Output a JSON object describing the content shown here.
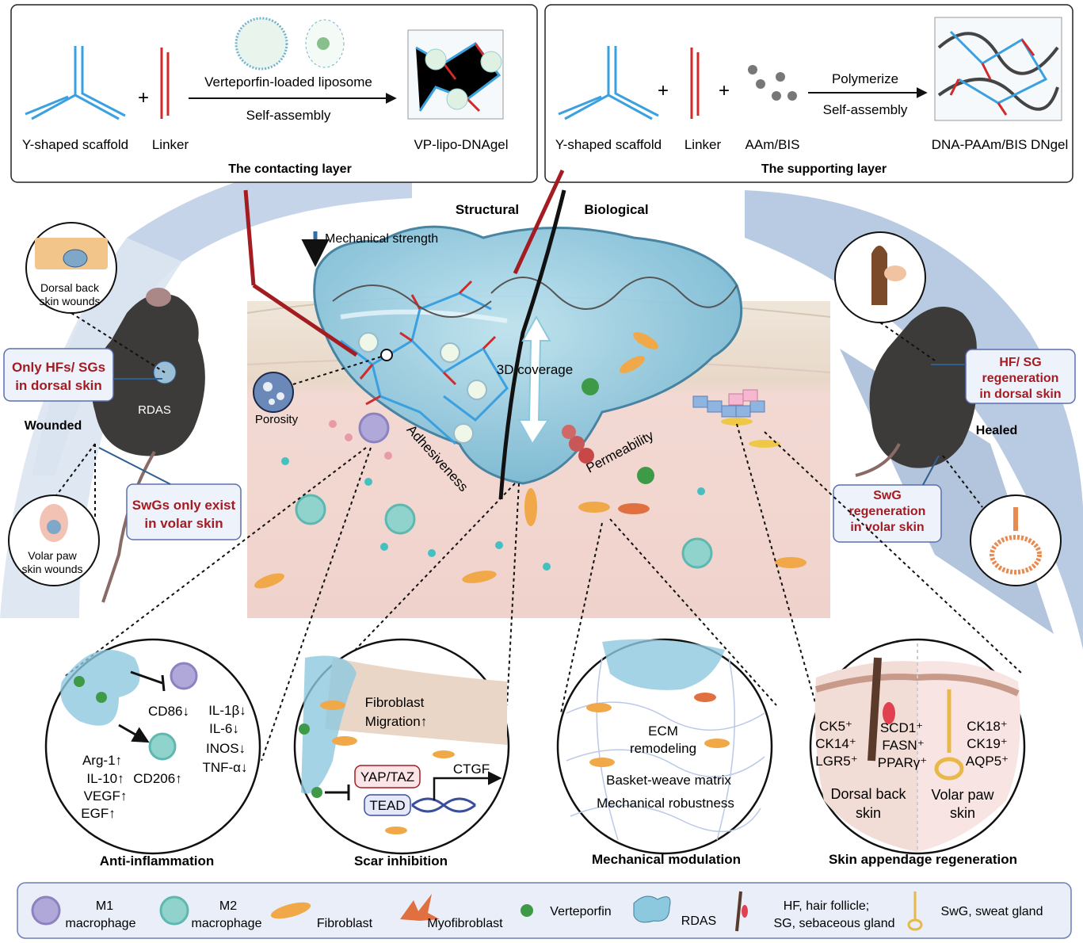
{
  "top_left_box": {
    "scaffold_label": "Y-shaped scaffold",
    "linker_label": "Linker",
    "arrow_top": "Verteporfin-loaded liposome",
    "arrow_bottom": "Self-assembly",
    "product": "VP-lipo-DNAgel",
    "title": "The contacting layer",
    "plus": "+"
  },
  "top_right_box": {
    "scaffold_label": "Y-shaped scaffold",
    "linker_label": "Linker",
    "monomer_label": "AAm/BIS",
    "arrow_top": "Polymerize",
    "arrow_bottom": "Self-assembly",
    "product": "DNA-PAAm/BIS DNgel",
    "title": "The supporting layer",
    "plus": "+"
  },
  "center": {
    "structural": "Structural",
    "biological": "Biological",
    "mechanical_strength": "Mechanical strength",
    "porosity": "Porosity",
    "adhesiveness": "Adhesiveness",
    "coverage": "3D coverage",
    "permeability": "Permeability"
  },
  "left_mouse": {
    "dorsal_circle": "Dorsal back skin wounds",
    "dorsal_line1": "Dorsal back",
    "dorsal_line2": "skin wounds",
    "only_hfs_line1": "Only HFs/ SGs",
    "only_hfs_line2": "in dorsal skin",
    "rdas": "RDAS",
    "wounded": "Wounded",
    "swgs_line1": "SwGs only exist",
    "swgs_line2": "in volar skin",
    "volar_line1": "Volar paw",
    "volar_line2": "skin wounds"
  },
  "right_mouse": {
    "hf_line1": "HF/ SG",
    "hf_line2": "regeneration",
    "hf_line3": "in dorsal skin",
    "healed": "Healed",
    "swg_line1": "SwG",
    "swg_line2": "regeneration",
    "swg_line3": "in volar skin"
  },
  "panels": {
    "anti_inflammation": {
      "title": "Anti-inflammation",
      "cd86": "CD86↓",
      "il1b": "IL-1β↓",
      "il6": "IL-6↓",
      "inos": "INOS↓",
      "tnfa": "TNF-α↓",
      "arg1": "Arg-1↑",
      "il10": "IL-10↑",
      "cd206": "CD206↑",
      "vegf": "VEGF↑",
      "egf": "EGF↑"
    },
    "scar_inhibition": {
      "title": "Scar inhibition",
      "fibro1": "Fibroblast",
      "fibro2": "Migration↑",
      "yap": "YAP/TAZ",
      "tead": "TEAD",
      "ctgf": "CTGF"
    },
    "mechanical": {
      "title": "Mechanical modulation",
      "ecm1": "ECM",
      "ecm2": "remodeling",
      "basket": "Basket-weave matrix",
      "robust": "Mechanical robustness"
    },
    "appendage": {
      "title": "Skin appendage regeneration",
      "ck5": "CK5⁺",
      "ck14": "CK14⁺",
      "lgr5": "LGR5⁺",
      "scd1": "SCD1⁺",
      "fasn": "FASN⁺",
      "ppar": "PPARγ⁺",
      "ck18": "CK18⁺",
      "ck19": "CK19⁺",
      "aqp5": "AQP5⁺",
      "dorsal1": "Dorsal back",
      "dorsal2": "skin",
      "volar1": "Volar paw",
      "volar2": "skin"
    }
  },
  "legend": {
    "m1_1": "M1",
    "m1_2": "macrophage",
    "m2_1": "M2",
    "m2_2": "macrophage",
    "fibroblast": "Fibroblast",
    "myofibroblast": "Myofibroblast",
    "verteporfin": "Verteporfin",
    "rdas": "RDAS",
    "hf1": "HF, hair follicle;",
    "hf2": "SG, sebaceous gland",
    "swg": "SwG, sweat gland"
  },
  "colors": {
    "red_text": "#a31c22",
    "dna_blue": "#3aa0e0",
    "gel_blue": "#8cc8de",
    "m1": "#b0a8d8",
    "m2": "#8fd3cc",
    "fibroblast": "#f0a848",
    "verteporfin": "#3f9a48"
  }
}
